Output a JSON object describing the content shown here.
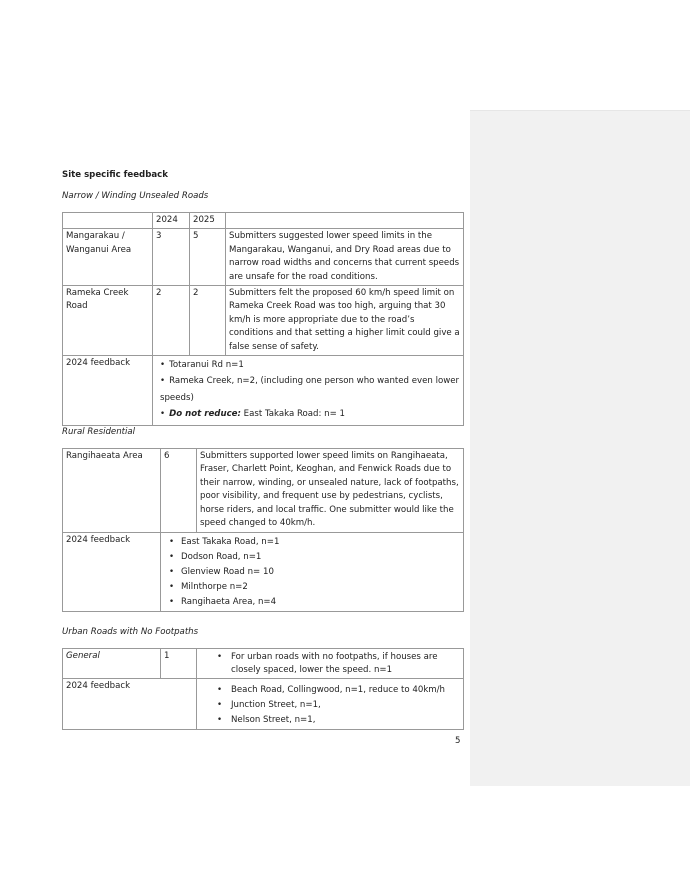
{
  "heading": "Site specific feedback",
  "page_number": "5",
  "sections": [
    {
      "title": "Narrow / Winding Unsealed Roads",
      "header": [
        "",
        "2024",
        "2025",
        ""
      ],
      "rows": [
        {
          "area": "Mangarakau / Wanganui Area",
          "y2024": "3",
          "y2025": "5",
          "text": "Submitters suggested lower speed limits in the Mangarakau, Wanganui, and Dry Road areas due to narrow road widths and concerns that current speeds are unsafe for the road conditions."
        },
        {
          "area": "Rameka Creek Road",
          "y2024": "2",
          "y2025": "2",
          "text": "Submitters felt the proposed 60 km/h speed limit on Rameka Creek Road was too high, arguing that 30 km/h is more appropriate due to the road’s conditions and that setting a higher limit could give a false sense of safety."
        }
      ],
      "feedback_label": "2024 feedback",
      "feedback": [
        "Totaranui Rd n=1",
        "Rameka Creek, n=2, (including one person who wanted even lower speeds)"
      ],
      "feedback_bold": "Do not reduce:",
      "feedback_last": " East Takaka Road: n= 1"
    },
    {
      "title": "Rural Residential",
      "rows": [
        {
          "area": "Rangihaeata Area",
          "count": "6",
          "text": "Submitters supported lower speed limits on Rangihaeata, Fraser, Charlett Point, Keoghan, and Fenwick Roads due to their narrow, winding, or unsealed nature, lack of footpaths, poor visibility, and frequent use by pedestrians, cyclists, horse riders, and local traffic. One submitter would like the speed changed to 40km/h."
        }
      ],
      "feedback_label": "2024 feedback",
      "feedback": [
        "East Takaka Road, n=1",
        "Dodson Road, n=1",
        "Glenview Road n= 10",
        "Milnthorpe n=2",
        "Rangihaeta Area, n=4"
      ]
    },
    {
      "title": "Urban Roads with No Footpaths",
      "rows": [
        {
          "area": "General",
          "count": "1",
          "text": "For urban roads with no footpaths, if houses are closely spaced, lower the speed. n=1"
        }
      ],
      "feedback_label": "2024 feedback",
      "feedback": [
        "Beach Road, Collingwood, n=1, reduce to 40km/h",
        "Junction Street, n=1,",
        "Nelson Street, n=1,"
      ]
    }
  ]
}
